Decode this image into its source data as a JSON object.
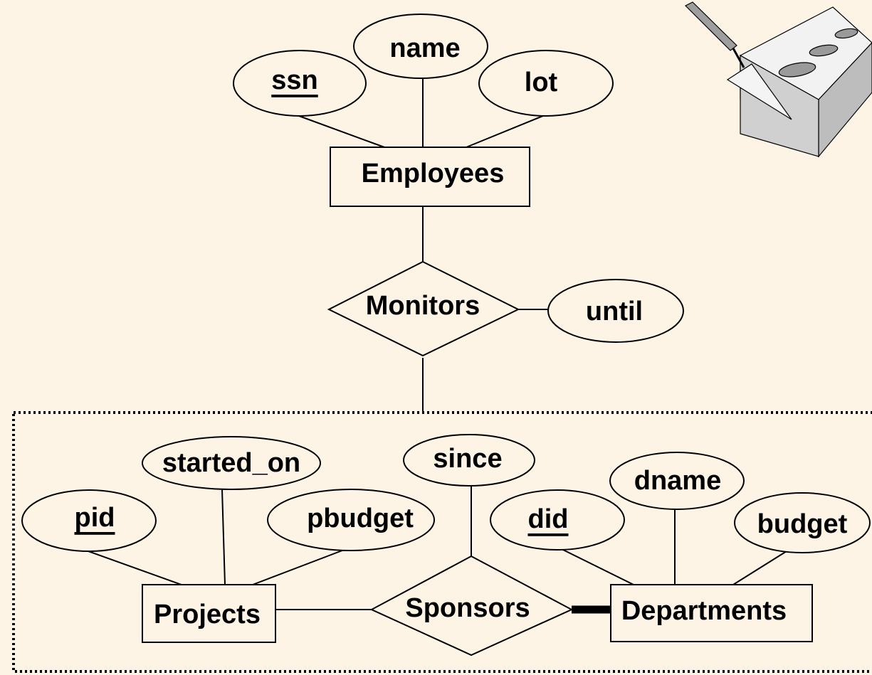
{
  "diagram": {
    "entities": {
      "employees": "Employees",
      "projects": "Projects",
      "departments": "Departments"
    },
    "relationships": {
      "monitors": "Monitors",
      "sponsors": "Sponsors"
    },
    "attributes": {
      "ssn": "ssn",
      "name": "name",
      "lot": "lot",
      "until": "until",
      "started_on": "started_on",
      "since": "since",
      "pid": "pid",
      "pbudget": "pbudget",
      "did": "did",
      "dname": "dname",
      "budget": "budget"
    }
  }
}
